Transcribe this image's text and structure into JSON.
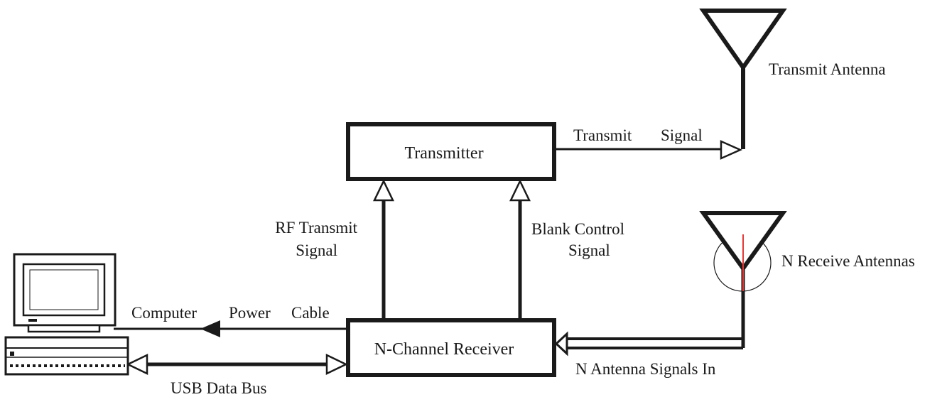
{
  "blocks": {
    "transmitter": "Transmitter",
    "receiver": "N-Channel Receiver"
  },
  "labels": {
    "transmit_antenna": "Transmit Antenna",
    "transmit_signal_1": "Transmit",
    "transmit_signal_2": "Signal",
    "rf_transmit_line1": "RF Transmit",
    "rf_transmit_line2": "Signal",
    "blank_control_line1": "Blank Control",
    "blank_control_line2": "Signal",
    "receive_antennas": "N Receive Antennas",
    "computer_power_1": "Computer",
    "computer_power_2": "Power",
    "computer_power_3": "Cable",
    "antenna_signals_in": "N Antenna Signals In",
    "usb_bus": "USB Data Bus"
  },
  "colors": {
    "line": "#1a1a1a",
    "highlight": "#e53935"
  }
}
